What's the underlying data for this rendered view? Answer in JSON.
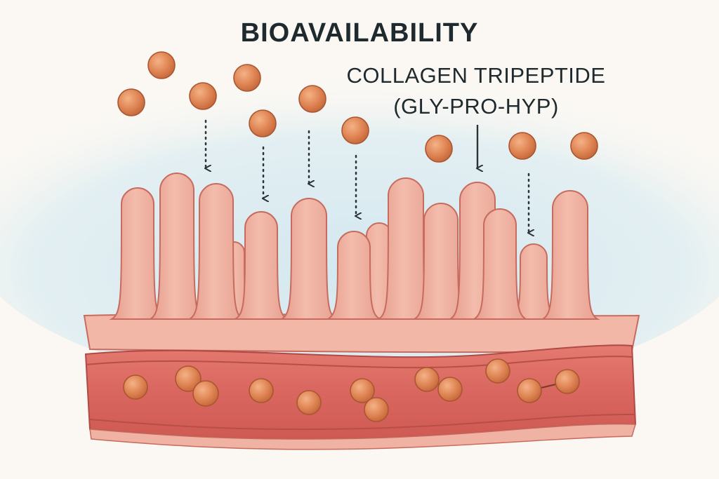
{
  "title": "BIOAVAILABILITY",
  "label": {
    "line1": "COLLAGEN TRIPEPTIDE",
    "line2": "(GLY-PRO-HYP)"
  },
  "colors": {
    "background": "#fbf8f3",
    "sky": "#cfe6ef",
    "villi_fill": "#efb3a3",
    "villi_stroke": "#c76b5e",
    "blood_vessel": "#d9665f",
    "peptide_fill": "#e08655",
    "peptide_stroke": "#a95631",
    "arrow": "#2b3338"
  }
}
